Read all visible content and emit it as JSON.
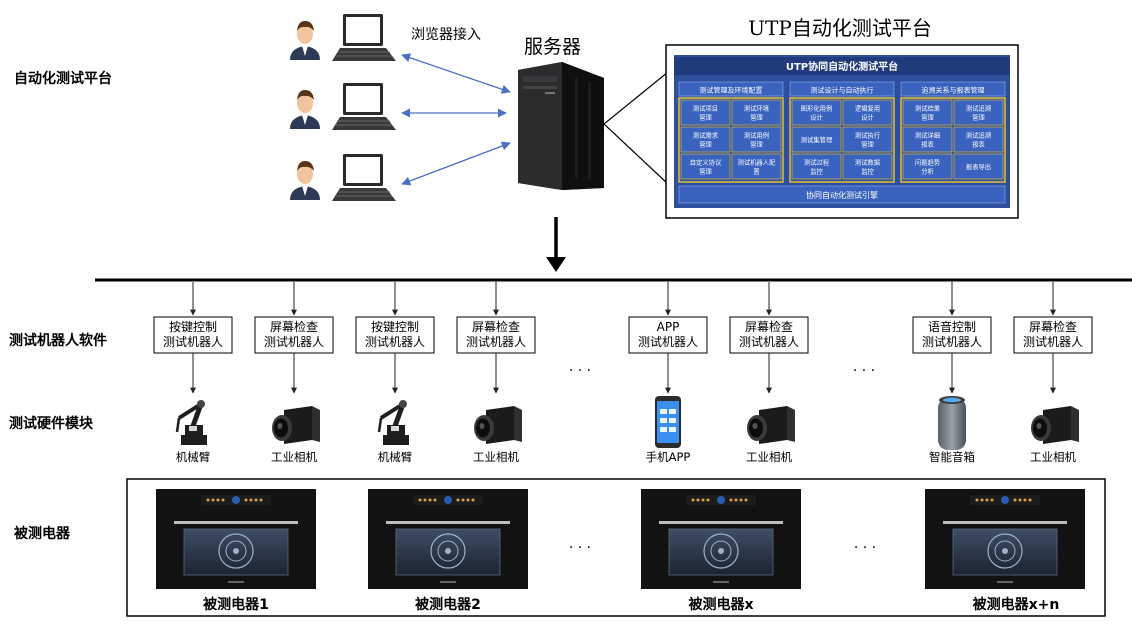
{
  "labels": {
    "platform_left": "自动化测试平台",
    "browser_access": "浏览器接入",
    "server": "服务器",
    "utp_title": "UTP自动化测试平台",
    "robot_software": "测试机器人软件",
    "hardware_module": "测试硬件模块",
    "dut_row": "被测电器",
    "ellipsis": ". . ."
  },
  "panel": {
    "header": "UTP协同自动化测试平台",
    "footer": "协同自动化测试引擎",
    "columns": [
      {
        "title": "测试管理及环境配置",
        "cells": [
          [
            "测试项目",
            "管理"
          ],
          [
            "测试环境",
            "管理"
          ],
          [
            "测试需求",
            "管理"
          ],
          [
            "测试用例",
            "管理"
          ],
          [
            "自定义协议",
            "管理"
          ],
          [
            "测试机器人配",
            "置"
          ]
        ]
      },
      {
        "title": "测试设计与自动执行",
        "cells": [
          [
            "图形化用例",
            "设计"
          ],
          [
            "逻辑复用",
            "设计"
          ],
          [
            "测试集管理",
            ""
          ],
          [
            "测试执行",
            "管理"
          ],
          [
            "测试过程",
            "监控"
          ],
          [
            "测试数据",
            "监控"
          ]
        ]
      },
      {
        "title": "追溯关系与报表管理",
        "cells": [
          [
            "测试结果",
            "管理"
          ],
          [
            "测试追溯",
            "管理"
          ],
          [
            "测试详细",
            "报表"
          ],
          [
            "测试追溯",
            "报表"
          ],
          [
            "问题趋势",
            "分析"
          ],
          [
            "报表导出",
            ""
          ]
        ]
      }
    ]
  },
  "robots": [
    [
      "按键控制",
      "测试机器人"
    ],
    [
      "屏幕检查",
      "测试机器人"
    ],
    [
      "按键控制",
      "测试机器人"
    ],
    [
      "屏幕检查",
      "测试机器人"
    ],
    [
      "APP",
      "测试机器人"
    ],
    [
      "屏幕检查",
      "测试机器人"
    ],
    [
      "语音控制",
      "测试机器人"
    ],
    [
      "屏幕检查",
      "测试机器人"
    ]
  ],
  "hardware": [
    {
      "label": "机械臂",
      "icon": "robot-arm-icon"
    },
    {
      "label": "工业相机",
      "icon": "industrial-camera-icon"
    },
    {
      "label": "机械臂",
      "icon": "robot-arm-icon"
    },
    {
      "label": "工业相机",
      "icon": "industrial-camera-icon"
    },
    {
      "label": "手机APP",
      "icon": "smartphone-icon"
    },
    {
      "label": "工业相机",
      "icon": "industrial-camera-icon"
    },
    {
      "label": "智能音箱",
      "icon": "smart-speaker-icon"
    },
    {
      "label": "工业相机",
      "icon": "industrial-camera-icon"
    }
  ],
  "duts": [
    "被测电器1",
    "被测电器2",
    "被测电器x",
    "被测电器x+n"
  ],
  "colors": {
    "panel_bg": "#2d4f9e",
    "panel_cell": "#3a63c0",
    "panel_border": "#d9b83a",
    "arrow_blue": "#4a72c4"
  }
}
